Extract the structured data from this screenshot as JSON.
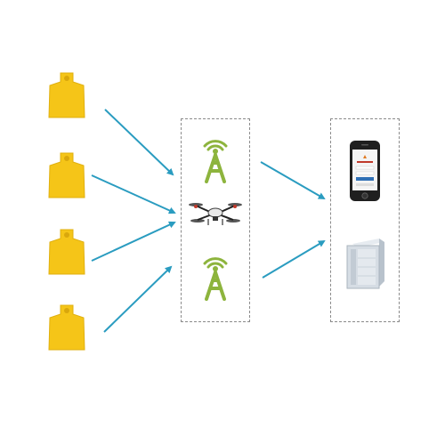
{
  "diagram": {
    "tags": [
      {
        "id": "tag-1",
        "icon": "ear-tag-icon"
      },
      {
        "id": "tag-2",
        "icon": "ear-tag-icon"
      },
      {
        "id": "tag-3",
        "icon": "ear-tag-icon"
      },
      {
        "id": "tag-4",
        "icon": "ear-tag-icon"
      }
    ],
    "gateways": [
      {
        "id": "gateway-1",
        "icon": "antenna-tower-icon"
      },
      {
        "id": "gateway-drone",
        "icon": "drone-icon"
      },
      {
        "id": "gateway-2",
        "icon": "antenna-tower-icon"
      }
    ],
    "endpoints": [
      {
        "id": "smartphone",
        "icon": "smartphone-icon"
      },
      {
        "id": "server",
        "icon": "server-icon"
      }
    ],
    "colors": {
      "tag": "#f5c518",
      "tag_dark": "#d9a70c",
      "arrow": "#2a9cc0",
      "tower": "#8db43d",
      "box_border": "#8a8a8a"
    }
  }
}
